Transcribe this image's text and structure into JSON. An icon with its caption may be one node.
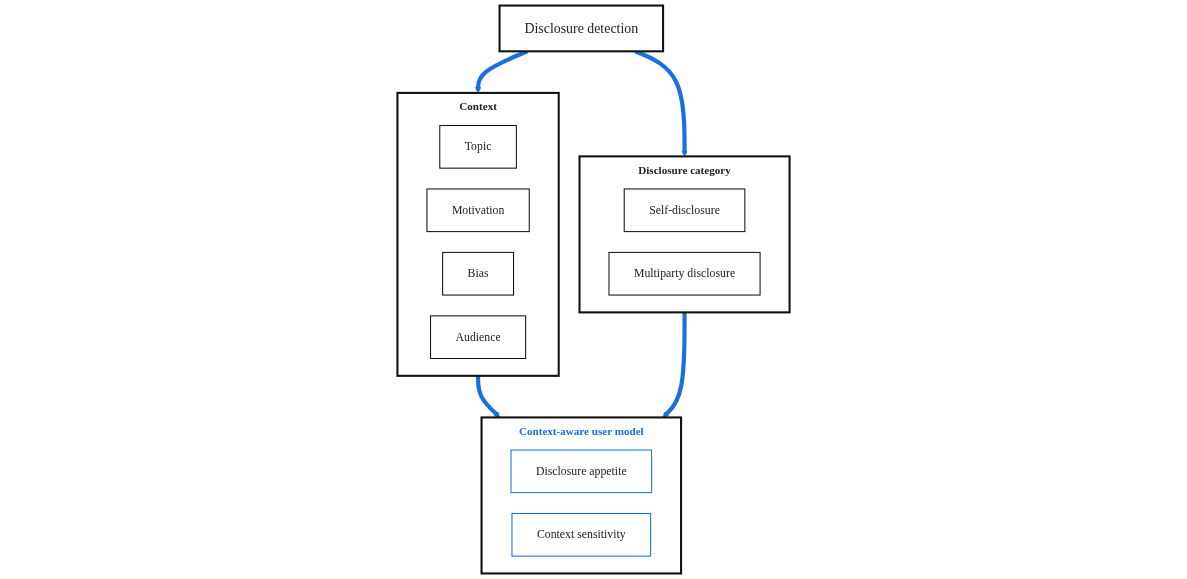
{
  "diagram": {
    "nodes": [
      {
        "text": [
          "Disclosure detection"
        ]
      },
      {
        "text": [
          "Context"
        ]
      },
      {
        "text": [
          "Topic"
        ],
        "in": 1
      },
      {
        "text": [
          "Motivation"
        ],
        "in": 1
      },
      {
        "text": [
          "Bias"
        ],
        "in": 1
      },
      {
        "text": [
          "Audience"
        ],
        "in": 1
      },
      {
        "text": [
          "Disclosure category"
        ]
      },
      {
        "text": [
          "Self-disclosure"
        ],
        "in": 6
      },
      {
        "text": [
          "Multiparty disclosure"
        ],
        "in": 6
      },
      {
        "text": [
          "Context-aware user model"
        ]
      },
      {
        "text": [
          "Disclosure appetite"
        ],
        "in": 9
      },
      {
        "text": [
          "Context sensitivity"
        ],
        "in": 9
      }
    ],
    "edges": [
      {
        "from": 0,
        "to": 1,
        "arrow": "to"
      },
      {
        "from": 0,
        "to": 6,
        "arrow": "to"
      },
      {
        "from": 1,
        "to": 9,
        "arrow": "to"
      },
      {
        "from": 6,
        "to": 9,
        "arrow": "to"
      }
    ]
  }
}
